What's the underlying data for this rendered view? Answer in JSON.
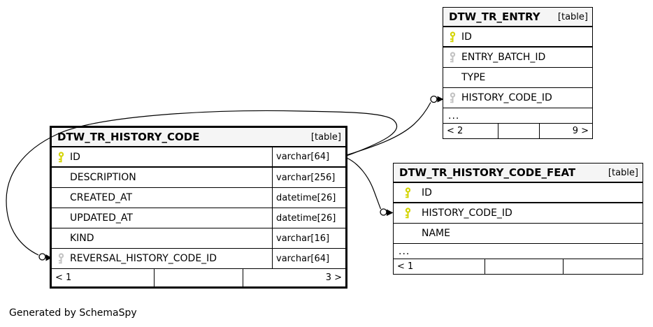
{
  "diagram": {
    "credit": "Generated by SchemaSpy",
    "colors": {
      "header_bg": "#f5f5f5",
      "border": "#000000",
      "primary_key": "#d4d404",
      "foreign_key": "#c3c3c3",
      "line": "#000000"
    }
  },
  "tables": [
    {
      "title": "DTW_TR_HISTORY_CODE",
      "badge": "[table]",
      "focal": true,
      "columns": [
        {
          "name": "ID",
          "type": "varchar[64]",
          "key": "primary"
        },
        {
          "name": "DESCRIPTION",
          "type": "varchar[256]",
          "key": null
        },
        {
          "name": "CREATED_AT",
          "type": "datetime[26]",
          "key": null
        },
        {
          "name": "UPDATED_AT",
          "type": "datetime[26]",
          "key": null
        },
        {
          "name": "KIND",
          "type": "varchar[16]",
          "key": null
        },
        {
          "name": "REVERSAL_HISTORY_CODE_ID",
          "type": "varchar[64]",
          "key": "foreign"
        }
      ],
      "ellipsis": null,
      "footer": [
        "< 1",
        "",
        "3 >"
      ]
    },
    {
      "title": "DTW_TR_ENTRY",
      "badge": "[table]",
      "focal": false,
      "columns": [
        {
          "name": "ID",
          "key": "primary"
        },
        {
          "name": "ENTRY_BATCH_ID",
          "key": "foreign"
        },
        {
          "name": "TYPE",
          "key": null
        },
        {
          "name": "HISTORY_CODE_ID",
          "key": "foreign"
        }
      ],
      "ellipsis": "...",
      "footer": [
        "< 2",
        "",
        "9 >"
      ]
    },
    {
      "title": "DTW_TR_HISTORY_CODE_FEAT",
      "badge": "[table]",
      "focal": false,
      "columns": [
        {
          "name": "ID",
          "key": "primary"
        },
        {
          "name": "HISTORY_CODE_ID",
          "key": "primary"
        },
        {
          "name": "NAME",
          "key": null
        }
      ],
      "ellipsis": "...",
      "footer": [
        "< 1",
        "",
        ""
      ]
    }
  ],
  "relationships": [
    {
      "child": "DTW_TR_ENTRY.HISTORY_CODE_ID",
      "parent": "DTW_TR_HISTORY_CODE.ID",
      "marker": "open-circle-arrow"
    },
    {
      "child": "DTW_TR_HISTORY_CODE_FEAT.HISTORY_CODE_ID",
      "parent": "DTW_TR_HISTORY_CODE.ID",
      "marker": "open-circle-arrow"
    },
    {
      "child": "DTW_TR_HISTORY_CODE.REVERSAL_HISTORY_CODE_ID",
      "parent": "DTW_TR_HISTORY_CODE.ID",
      "marker": "open-circle-arrow"
    }
  ]
}
